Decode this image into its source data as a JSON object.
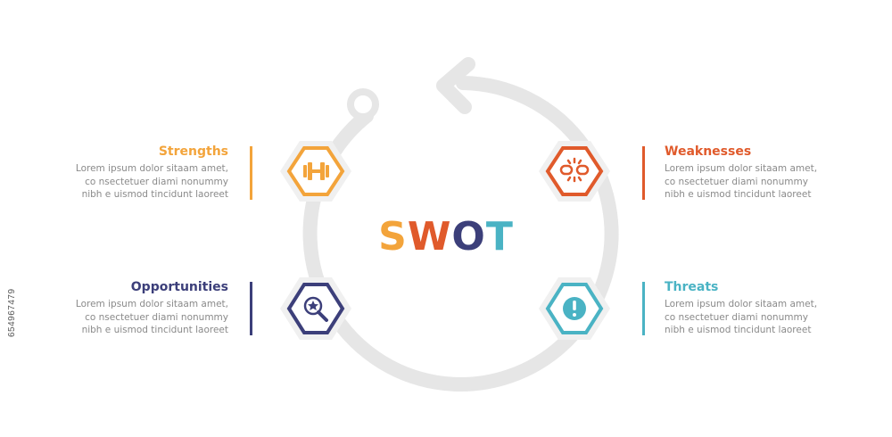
{
  "center": {
    "letters": [
      "S",
      "W",
      "O",
      "T"
    ],
    "colors": [
      "#f3a43b",
      "#e05a2b",
      "#3c3f7a",
      "#4ab3c4"
    ]
  },
  "items": [
    {
      "key": "strengths",
      "title": "Strengths",
      "text": "Lorem ipsum dolor sitaam amet, co nsectetuer diami nonummy nibh e uismod tincidunt laoreet",
      "color": "#f3a43b",
      "icon": "dumbbell-icon"
    },
    {
      "key": "weaknesses",
      "title": "Weaknesses",
      "text": "Lorem ipsum dolor sitaam amet, co nsectetuer diami nonummy nibh e uismod tincidunt laoreet",
      "color": "#e05a2b",
      "icon": "broken-chain-icon"
    },
    {
      "key": "opportunities",
      "title": "Opportunities",
      "text": "Lorem ipsum dolor sitaam amet, co nsectetuer diami nonummy nibh e uismod tincidunt laoreet",
      "color": "#3c3f7a",
      "icon": "magnifier-star-icon"
    },
    {
      "key": "threats",
      "title": "Threats",
      "text": "Lorem ipsum dolor sitaam amet, co nsectetuer diami nonummy nibh e uismod tincidunt laoreet",
      "color": "#4ab3c4",
      "icon": "exclamation-icon"
    }
  ],
  "side_id": "654967479"
}
